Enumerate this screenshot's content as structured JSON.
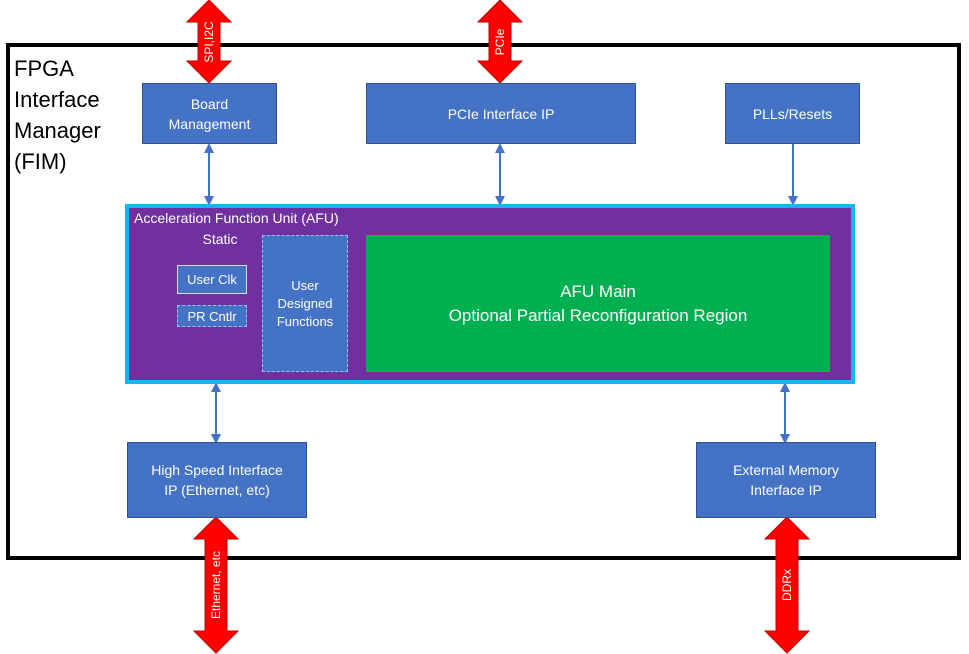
{
  "fim_label": "FPGA\nInterface\nManager\n(FIM)",
  "boxes": {
    "board_management": "Board\nManagement",
    "pcie_interface_ip": "PCIe Interface IP",
    "plls_resets": "PLLs/Resets",
    "high_speed_interface": "High Speed Interface\nIP (Ethernet, etc)",
    "external_memory_interface": "External Memory\nInterface IP"
  },
  "afu": {
    "title": "Acceleration Function Unit (AFU)",
    "static_label": "Static",
    "user_clk": "User Clk",
    "pr_cntlr": "PR Cntlr",
    "user_designed_functions": "User\nDesigned\nFunctions",
    "main_line1": "AFU Main",
    "main_line2": "Optional Partial Reconfiguration Region"
  },
  "io_labels": {
    "spi_i2c": "SPI,I2C",
    "pcie": "PCIe",
    "ethernet": "Ethernet, etc",
    "ddrx": "DDRx"
  },
  "colors": {
    "box_blue": "#4472c4",
    "afu_purple": "#7030a0",
    "afu_border": "#19b3f0",
    "afu_main_green": "#00b050",
    "io_arrow_red": "#ff0000",
    "connector_blue": "#4472c4"
  }
}
